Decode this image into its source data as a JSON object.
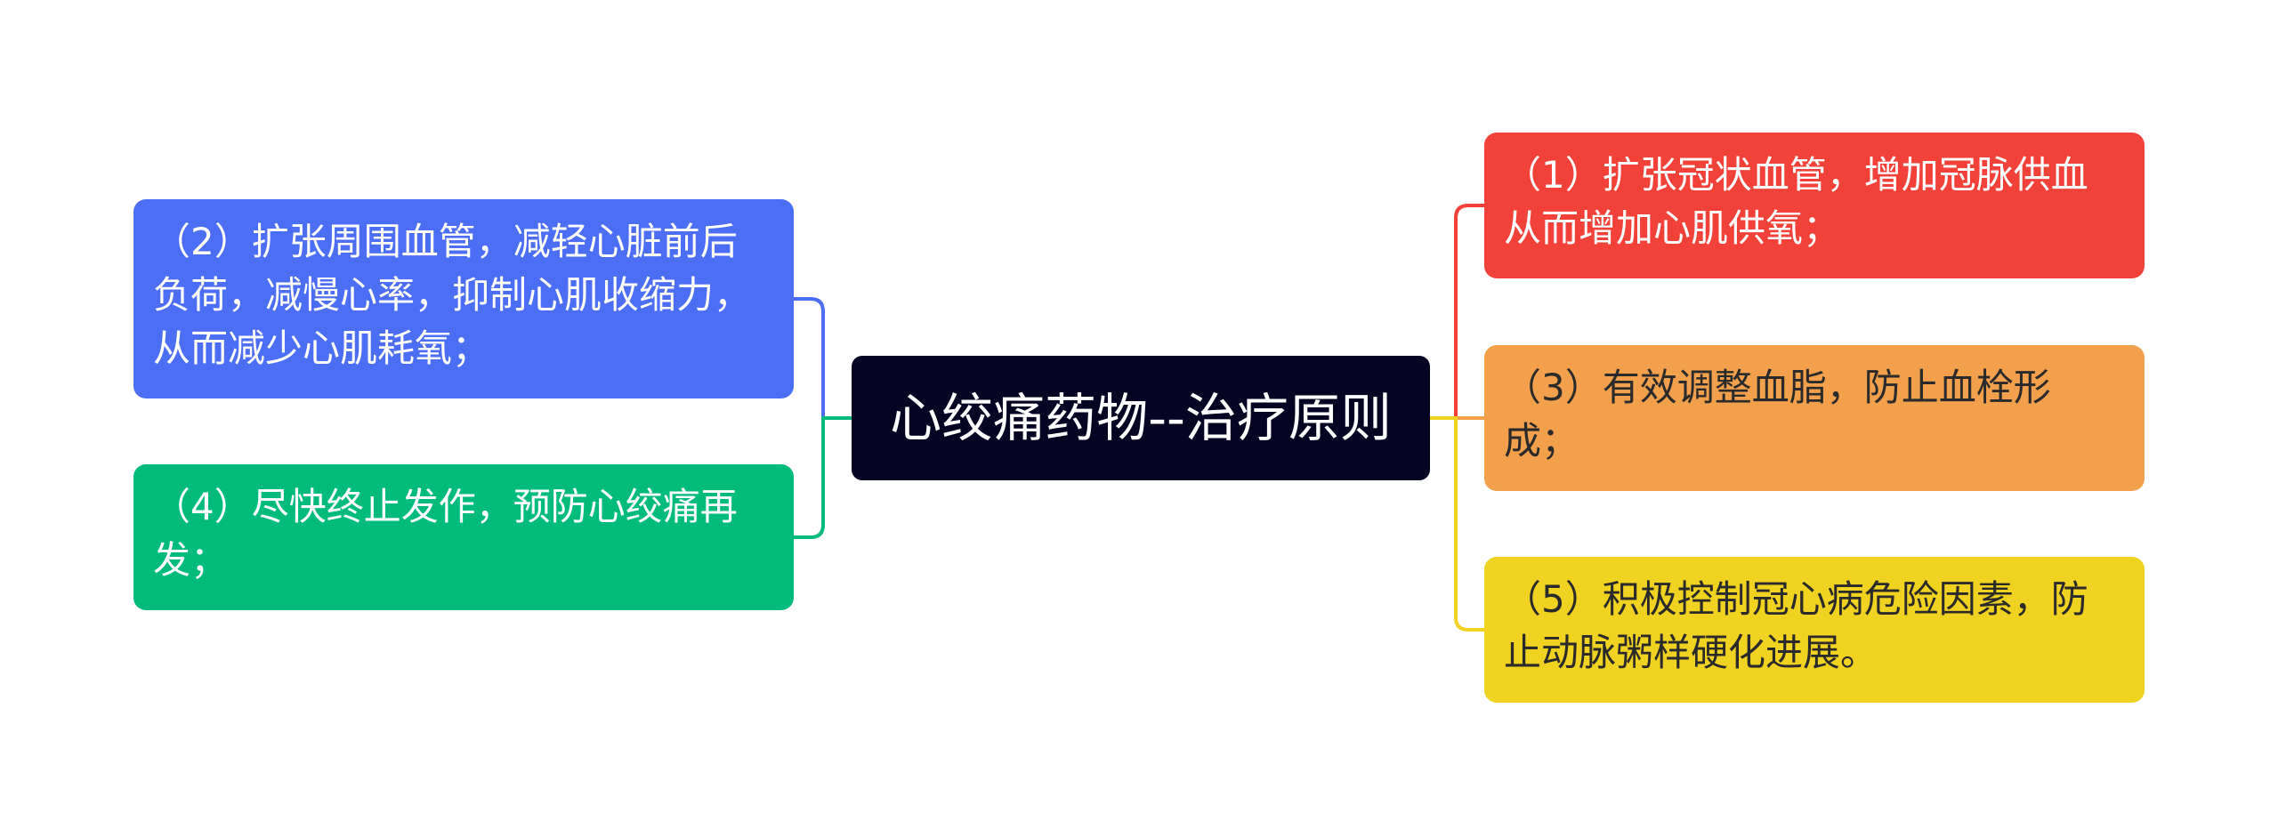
{
  "mindmap": {
    "center": {
      "label": "心绞痛药物--治疗原则"
    },
    "branches": {
      "item1": {
        "label": "（1）扩张冠状血管，增加冠脉供血从而增加心肌供氧；",
        "color": "#f24139"
      },
      "item2": {
        "label": "（2）扩张周围血管，减轻心脏前后负荷，减慢心率，抑制心肌收缩力，从而减少心肌耗氧；",
        "color": "#4b6ef5"
      },
      "item3": {
        "label": "（3）有效调整血脂，防止血栓形成；",
        "color": "#f2a04c"
      },
      "item4": {
        "label": "（4）尽快终止发作，预防心绞痛再发；",
        "color": "#00bb79"
      },
      "item5": {
        "label": "（5）积极控制冠心病危险因素，防止动脉粥样硬化进展。",
        "color": "#f0d220"
      }
    },
    "center_color": "#050523"
  }
}
